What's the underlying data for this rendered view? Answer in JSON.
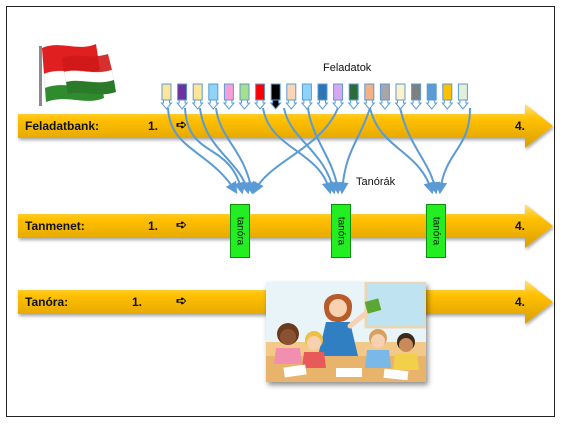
{
  "rows": [
    {
      "label": "Feladatbank:",
      "start": "1.",
      "arrow_glyph": "➪",
      "end": "4."
    },
    {
      "label": "Tanmenet:",
      "start": "1.",
      "arrow_glyph": "➪",
      "end": "4."
    },
    {
      "label": "Tanóra:",
      "start": "1.",
      "arrow_glyph": "➪",
      "end": "4."
    }
  ],
  "feladatok_label": "Feladatok",
  "tanorak_label": "Tanórák",
  "tanora_boxes": [
    "tanóra",
    "tanóra",
    "tanóra"
  ],
  "task_colors": [
    "#fde59a",
    "#7030a0",
    "#fde59a",
    "#8fd3f7",
    "#f79fd6",
    "#a8e08a",
    "#ff0000",
    "#000000",
    "#fbd5b5",
    "#8fd3f7",
    "#2e75b6",
    "#d7a8f0",
    "#2e6b3a",
    "#f4b183",
    "#a6a6a6",
    "#fef2cb",
    "#7f7f7f",
    "#5b9bd5",
    "#ffc000",
    "#e2f0d9"
  ],
  "colors": {
    "arrow_fill": "#ffc000",
    "arrow_highlight": "#ffe27a",
    "arrow_shadow": "#c89400",
    "tanora_green": "#22ee22",
    "connector_blue": "#5b9bd5"
  },
  "icons": {
    "flag": "hungarian-flag-icon",
    "classroom": "classroom-illustration"
  }
}
